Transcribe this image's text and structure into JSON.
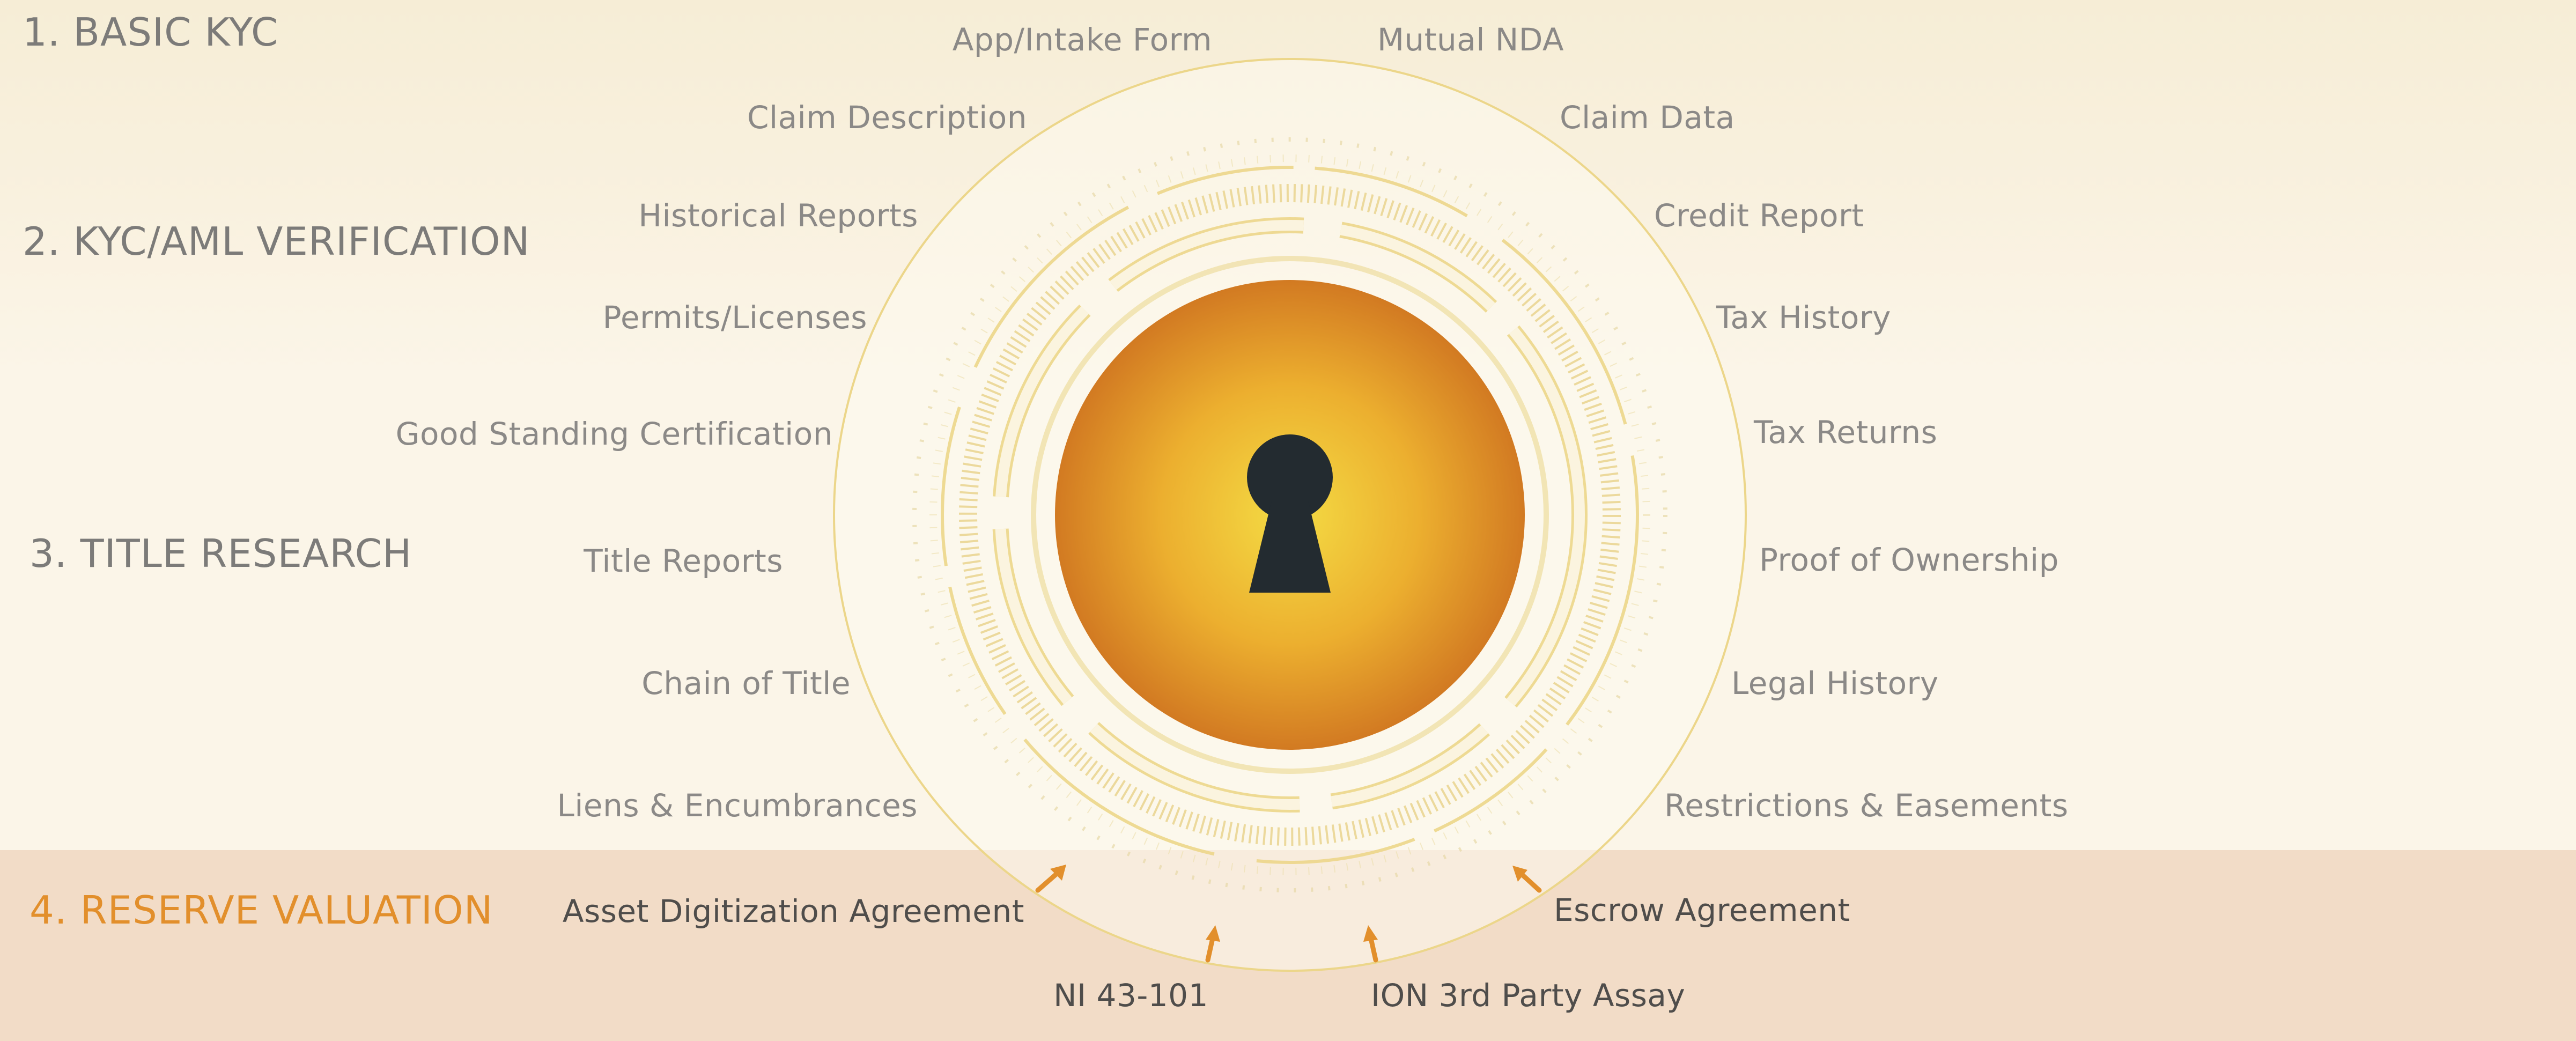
{
  "stages": [
    {
      "label": "1. BASIC KYC"
    },
    {
      "label": "2. KYC/AML VERIFICATION"
    },
    {
      "label": "3. TITLE RESEARCH"
    },
    {
      "label": "4. RESERVE VALUATION"
    }
  ],
  "items": {
    "app_intake_form": "App/Intake Form",
    "mutual_nda": "Mutual NDA",
    "claim_description": "Claim Description",
    "claim_data": "Claim Data",
    "historical_reports": "Historical Reports",
    "credit_report": "Credit Report",
    "permits_licenses": "Permits/Licenses",
    "tax_history": "Tax History",
    "good_standing": "Good Standing Certification",
    "tax_returns": "Tax Returns",
    "title_reports": "Title Reports",
    "proof_of_ownership": "Proof of Ownership",
    "chain_of_title": "Chain of Title",
    "legal_history": "Legal History",
    "liens": "Liens & Encumbrances",
    "restrictions": "Restrictions & Easements",
    "asset_digitization": "Asset Digitization Agreement",
    "escrow": "Escrow Agreement",
    "ni_43_101": "NI 43-101",
    "ion_assay": "ION 3rd Party Assay"
  },
  "colors": {
    "accent": "#e28f2c",
    "ring": "#ecd68a",
    "core_center": "#f4dc44",
    "core_edge": "#d27a22",
    "keyhole": "#232b30",
    "reserve_band": "#f2dcc7"
  },
  "icons": {
    "keyhole": "keyhole-icon",
    "arrow": "arrow-up-icon"
  }
}
